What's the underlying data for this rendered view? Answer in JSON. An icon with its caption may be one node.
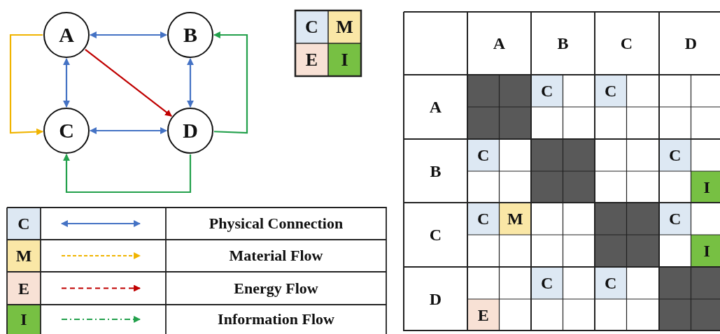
{
  "diagram": {
    "nodes": [
      {
        "text": [
          "A"
        ]
      },
      {
        "text": [
          "B"
        ]
      },
      {
        "text": [
          "C"
        ]
      },
      {
        "text": [
          "D"
        ]
      }
    ],
    "edges": [
      {
        "from": 0,
        "to": 1,
        "arrow": "both"
      },
      {
        "from": 0,
        "to": 2,
        "arrow": "both"
      },
      {
        "from": 1,
        "to": 3,
        "arrow": "both"
      },
      {
        "from": 2,
        "to": 3,
        "arrow": "both"
      },
      {
        "from": 0,
        "to": 3,
        "arrow": "to",
        "color": "#c00000"
      },
      {
        "from": 0,
        "to": 2,
        "arrow": "to",
        "color": "#f0b400"
      },
      {
        "from": 3,
        "to": 1,
        "arrow": "to",
        "color": "#22a04b"
      },
      {
        "from": 3,
        "to": 2,
        "arrow": "to",
        "color": "#22a04b"
      }
    ],
    "labels": [
      "C",
      "M",
      "E",
      "I",
      "C",
      "M",
      "E",
      "I",
      "A",
      "B",
      "C",
      "D",
      "A",
      "C",
      "C",
      "B",
      "C",
      "C",
      "I",
      "C",
      "C",
      "M",
      "C",
      "I",
      "D",
      "C",
      "C",
      "E"
    ],
    "legend": [
      {
        "text": "Physical Connection"
      },
      {
        "text": "Material Flow"
      },
      {
        "text": "Energy Flow"
      },
      {
        "text": "Information Flow"
      }
    ]
  }
}
